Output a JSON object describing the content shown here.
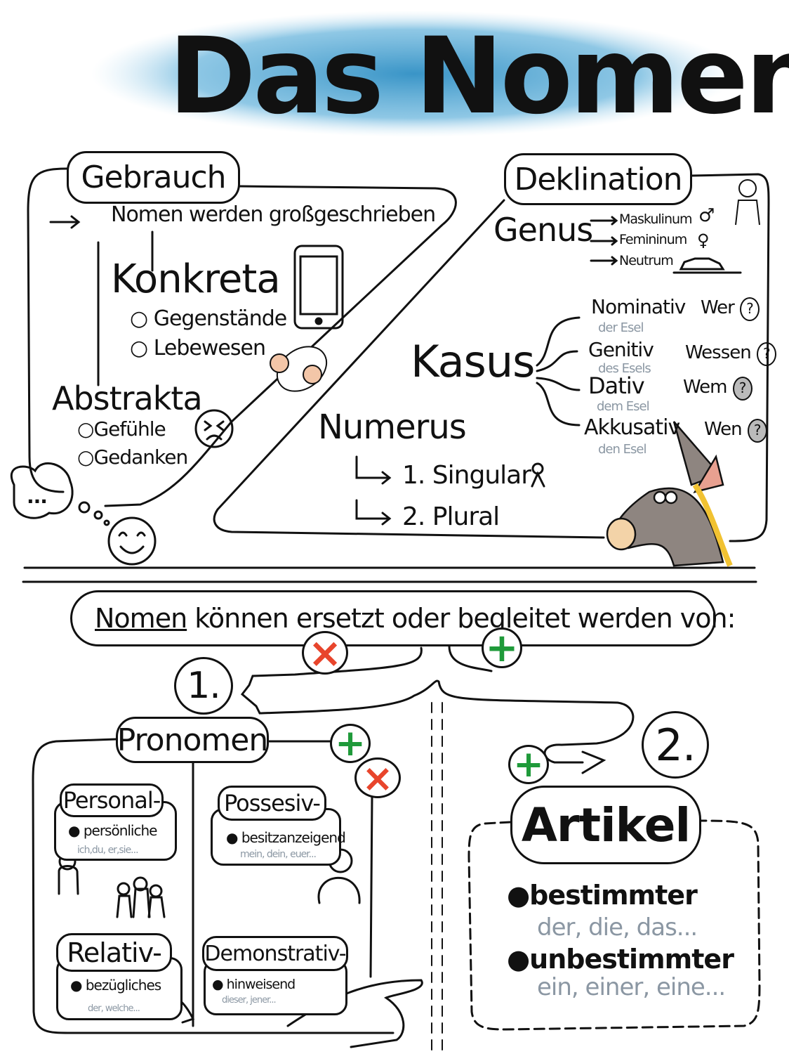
{
  "title": "Das Nomen",
  "gebrauch": {
    "label": "Gebrauch",
    "rule": "Nomen werden großgeschrieben",
    "konkreta": {
      "label": "Konkreta",
      "items": [
        "Gegenstände",
        "Lebewesen"
      ]
    },
    "abstrakta": {
      "label": "Abstrakta",
      "items": [
        "Gefühle",
        "Gedanken"
      ]
    },
    "thought_bubble": "..."
  },
  "deklination": {
    "label": "Deklination",
    "genus": {
      "label": "Genus",
      "items": [
        "Maskulinum",
        "Femininum",
        "Neutrum"
      ]
    },
    "kasus": {
      "label": "Kasus",
      "cases": [
        {
          "name": "Nominativ",
          "example": "der Esel",
          "question": "Wer"
        },
        {
          "name": "Genitiv",
          "example": "des Esels",
          "question": "Wessen"
        },
        {
          "name": "Dativ",
          "example": "dem Esel",
          "question": "Wem"
        },
        {
          "name": "Akkusativ",
          "example": "den Esel",
          "question": "Wen"
        }
      ]
    },
    "numerus": {
      "label": "Numerus",
      "items": [
        "1. Singular",
        "2. Plural"
      ]
    }
  },
  "replace": {
    "heading_underlined": "Nomen",
    "heading_rest": " können ersetzt oder begleitet werden von:"
  },
  "pronomen": {
    "number": "1.",
    "label": "Pronomen",
    "types": [
      {
        "label": "Personal-",
        "desc": "persönliche",
        "examples": "ich,du, er,sie..."
      },
      {
        "label": "Possesiv-",
        "desc": "besitzanzeigend",
        "examples": "mein, dein, euer..."
      },
      {
        "label": "Relativ-",
        "desc": "bezügliches",
        "examples": "der, welche..."
      },
      {
        "label": "Demonstrativ-",
        "desc": "hinweisend",
        "examples": "dieser, jener..."
      }
    ]
  },
  "artikel": {
    "number": "2.",
    "label": "Artikel",
    "items": [
      {
        "label": "bestimmter",
        "examples": "der, die, das..."
      },
      {
        "label": "unbestimmter",
        "examples": "ein, einer, eine..."
      }
    ]
  },
  "symbols": {
    "question": "?",
    "plus": "+",
    "cross": "×",
    "male": "♂",
    "female": "♀"
  },
  "colors": {
    "brush": "#3d9ccc",
    "gray_text": "#8b97a3",
    "red": "#e8452c",
    "green": "#1f9a3a"
  }
}
